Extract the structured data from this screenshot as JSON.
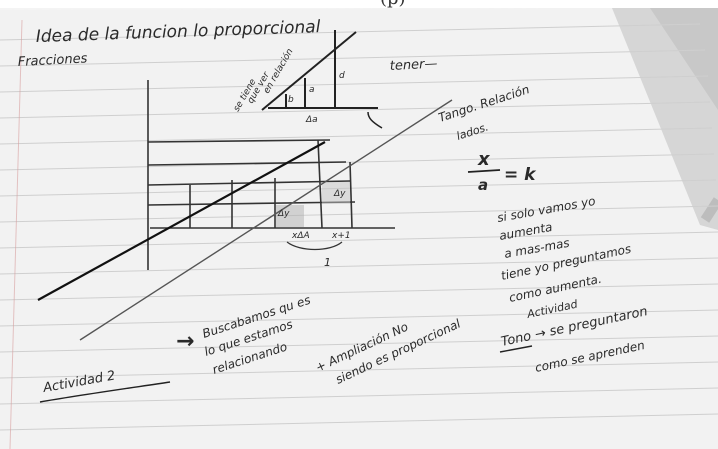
{
  "header": {
    "cropped_text": "(p)",
    "title_line": "Idea de la funcion lo proporcional",
    "subtitle": "Fracciones",
    "extra_right": "tener—"
  },
  "diagram": {
    "labels": {
      "slope_note_a": "se tiene",
      "slope_note_b": "que ver",
      "slope_note_c": "en relación",
      "tri_b": "b",
      "tri_a": "a",
      "tri_d": "d",
      "tri_da": "Δa",
      "grid_dx1": "Δy",
      "grid_dx2": "Δy",
      "grid_xa": "xΔA",
      "grid_x1": "x+1",
      "grid_one": "1"
    }
  },
  "notes": {
    "tango": "Tango. Relación",
    "lados": "lados.",
    "formula_top": "x",
    "formula_bottom": "a",
    "formula_k": "= k",
    "right_lines": [
      "si solo vamos yo",
      "aumenta",
      "a mas-mas",
      "tiene yo preguntamos",
      "como aumenta.",
      "Actividad",
      "Tono → se preguntaron",
      "como se aprenden"
    ],
    "bottom_center_a": "+ Ampliación No",
    "bottom_center_b": "siendo es proporcional",
    "bottom_left_arrow": "→",
    "bottom_left_a": "Buscabamos qu es",
    "bottom_left_b": "lo que estamos",
    "bottom_left_c": "relacionando",
    "actividad": "Actividad 2"
  }
}
